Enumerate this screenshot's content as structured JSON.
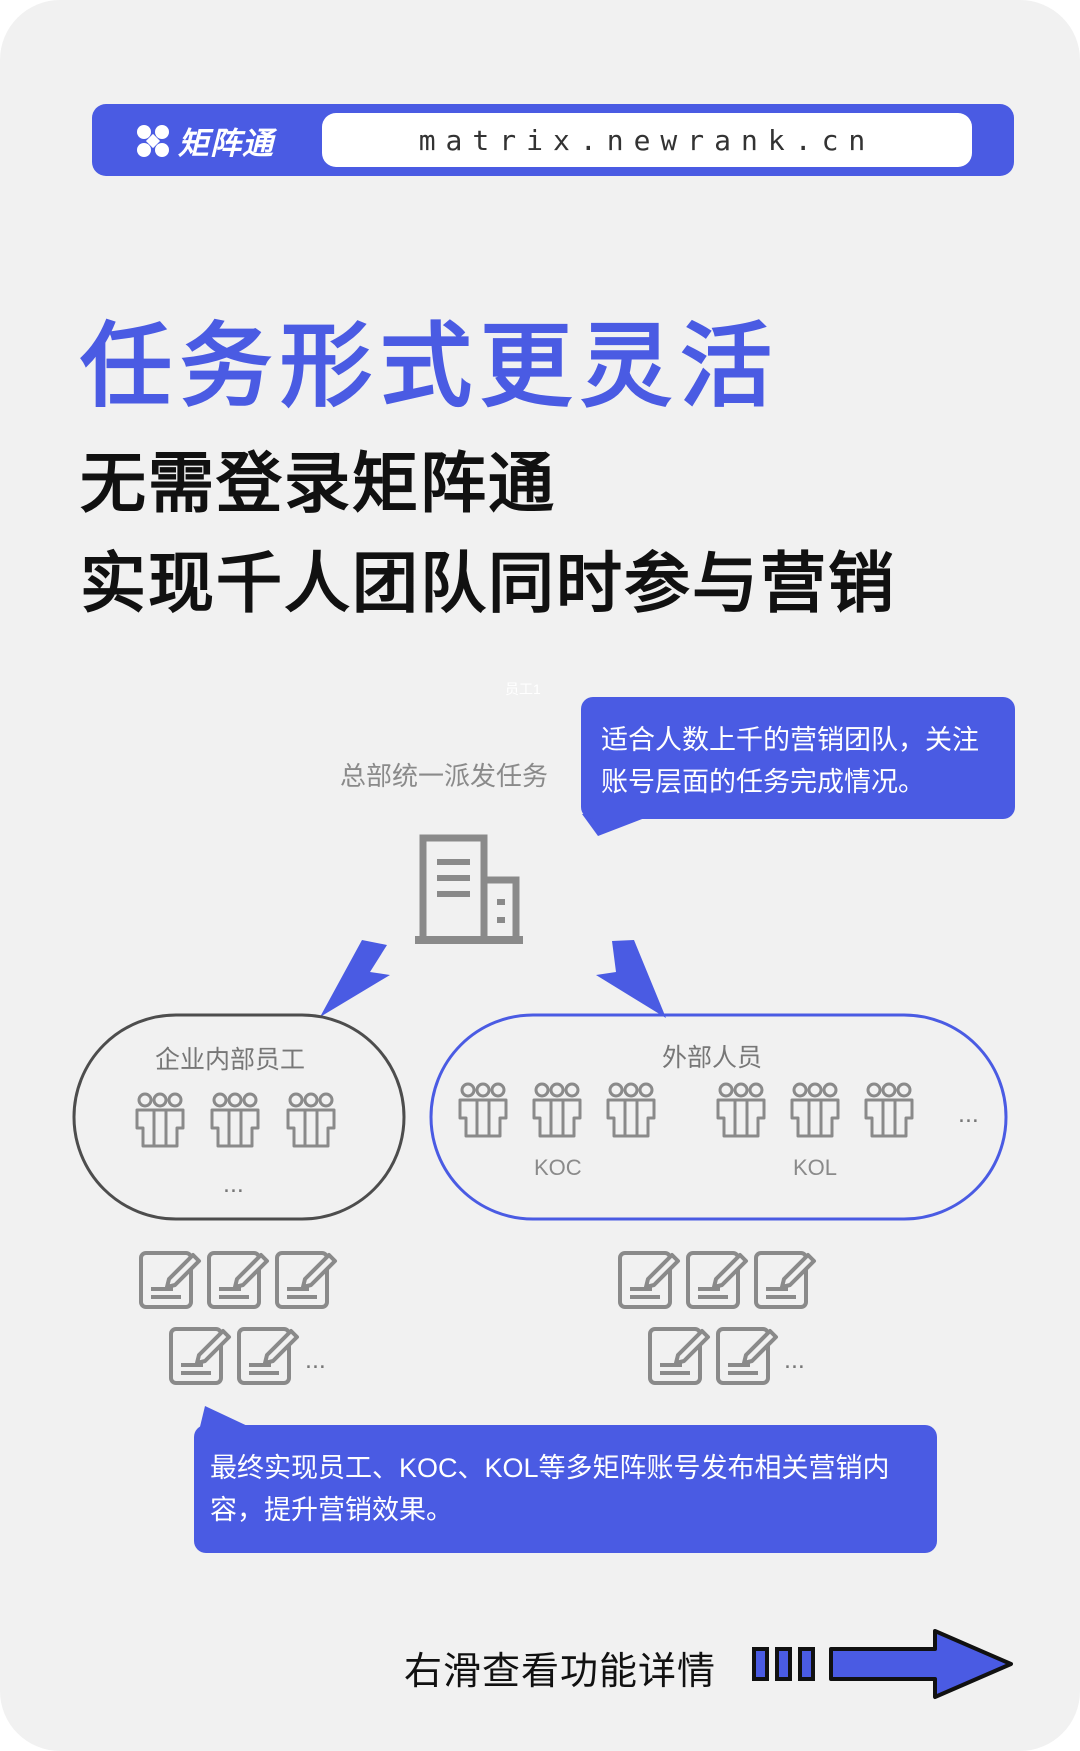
{
  "header": {
    "logo_text": "矩阵通",
    "url": "matrix.newrank.cn"
  },
  "headline": "任务形式更灵活",
  "subheadline": [
    "无需登录矩阵通",
    "实现千人团队同时参与营销"
  ],
  "diagram": {
    "ghost_label": "员工1",
    "hq_label": "总部统一派发任务",
    "bubble_top": "适合人数上千的营销团队，关注账号层面的任务完成情况。",
    "internal_label": "企业内部员工",
    "internal_more": "...",
    "external_label": "外部人员",
    "external_more": "...",
    "koc_label": "KOC",
    "kol_label": "KOL",
    "tasks_more_left": "...",
    "tasks_more_right": "...",
    "bubble_bottom": "最终实现员工、KOC、KOL等多矩阵账号发布相关营销内容，提升营销效果。"
  },
  "footer": {
    "swipe_text": "右滑查看功能详情"
  },
  "colors": {
    "brand": "#4a5be3",
    "card_bg": "#f1f1f1",
    "icon_gray": "#8a8a8a"
  }
}
